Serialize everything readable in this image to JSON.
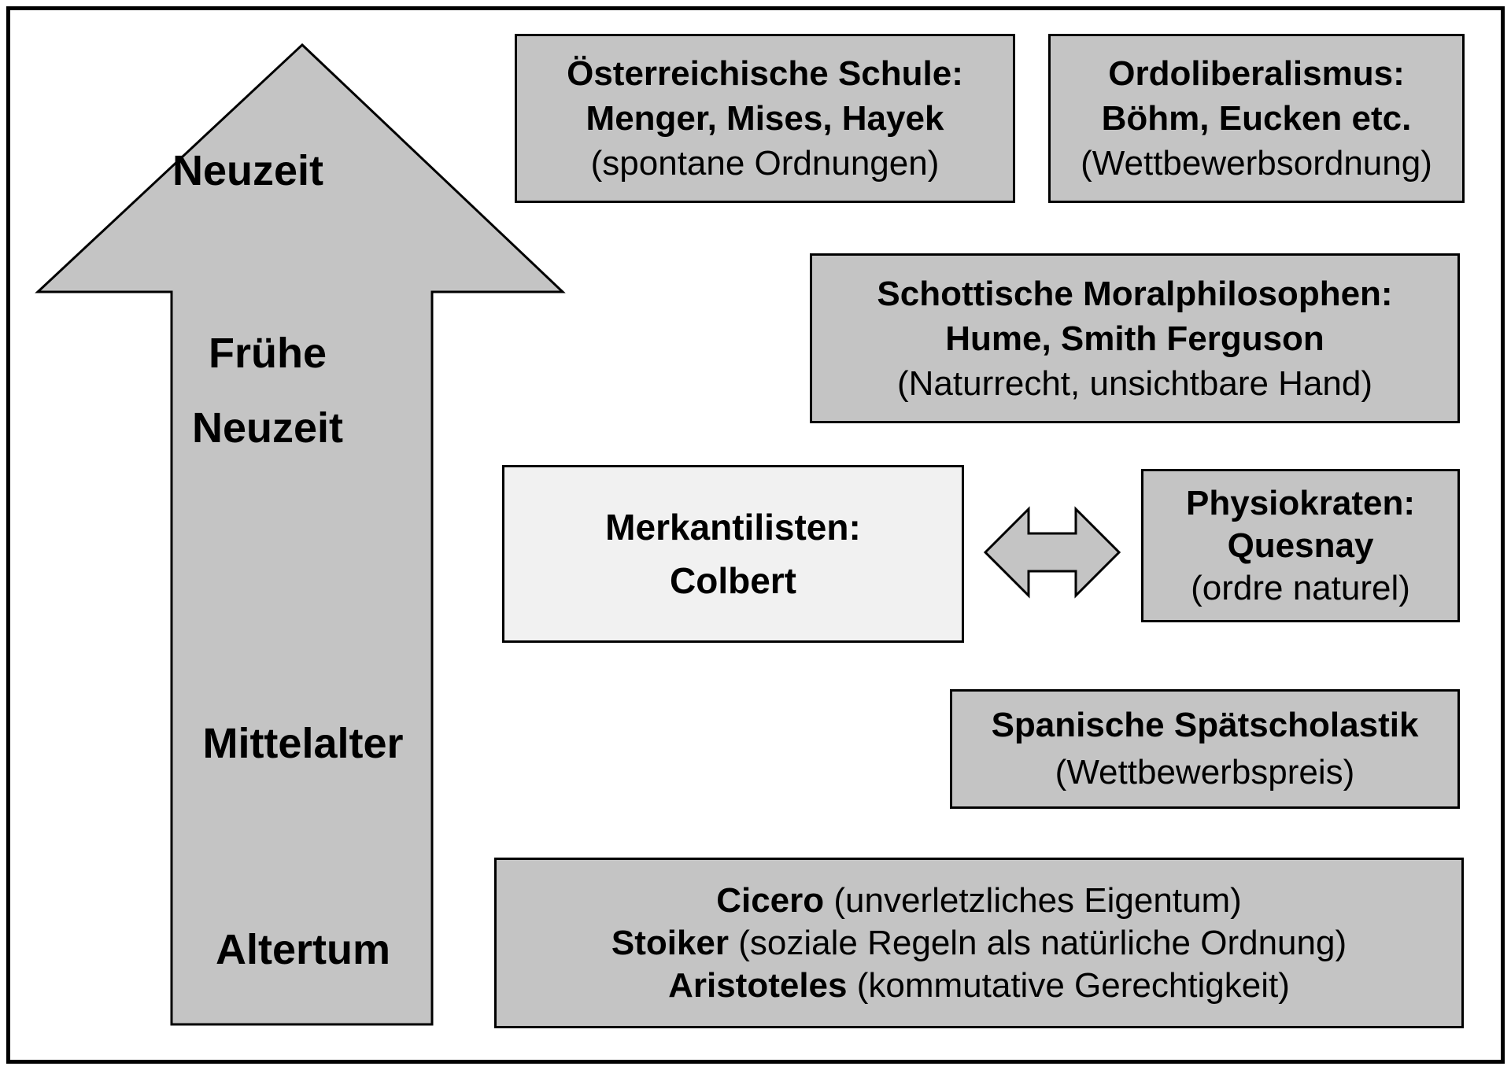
{
  "arrow": {
    "periods": {
      "neuzeit": "Neuzeit",
      "fruehe_line1": "Frühe",
      "fruehe_line2": "Neuzeit",
      "mittelalter": "Mittelalter",
      "altertum": "Altertum"
    }
  },
  "boxes": {
    "austrian": {
      "line1": "Österreichische Schule:",
      "line2": "Menger, Mises, Hayek",
      "line3": "(spontane Ordnungen)"
    },
    "ordoliberalism": {
      "line1": "Ordoliberalismus:",
      "line2": "Böhm, Eucken etc.",
      "line3": "(Wettbewerbsordnung)"
    },
    "scottish": {
      "line1": "Schottische Moralphilosophen:",
      "line2": "Hume, Smith Ferguson",
      "line3": "(Naturrecht, unsichtbare Hand)"
    },
    "mercantilists": {
      "line1": "Merkantilisten:",
      "line2": "Colbert"
    },
    "physiocrats": {
      "line1": "Physiokraten:",
      "line2": "Quesnay",
      "line3": "(ordre naturel)"
    },
    "scholastics": {
      "line1": "Spanische Spätscholastik",
      "line2": "(Wettbewerbspreis)"
    },
    "antiquity": {
      "line1_bold": "Cicero",
      "line1_rest": " (unverletzliches Eigentum)",
      "line2_bold": "Stoiker",
      "line2_rest": " (soziale Regeln als natürliche Ordnung)",
      "line3_bold": "Aristoteles",
      "line3_rest": " (kommutative Gerechtigkeit)"
    }
  },
  "colors": {
    "box_fill": "#c4c4c4",
    "light_box_fill": "#f1f1f1",
    "arrow_fill": "#c4c4c4",
    "border": "#000000"
  }
}
